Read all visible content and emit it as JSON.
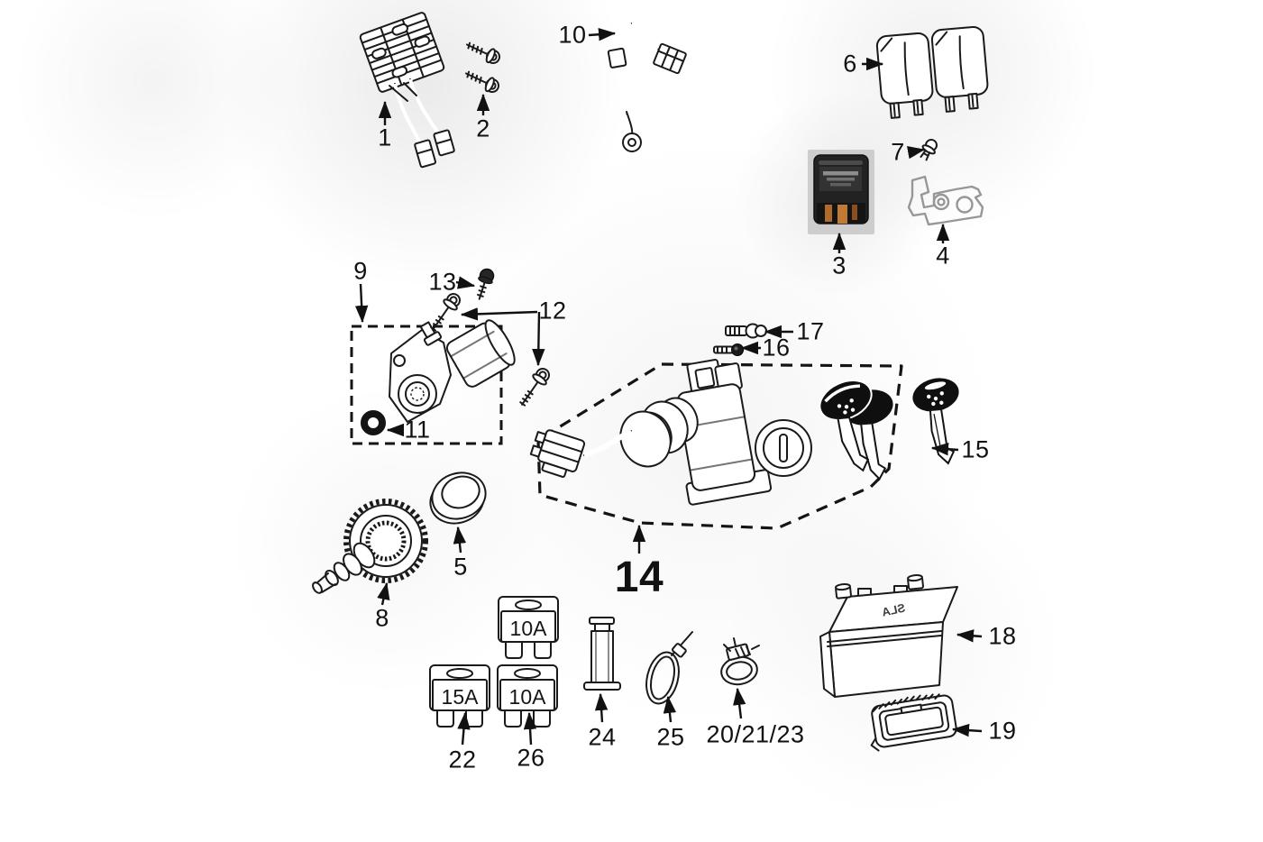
{
  "diagram": {
    "labels": {
      "p1": "1",
      "p2": "2",
      "p3": "3",
      "p4": "4",
      "p5": "5",
      "p6": "6",
      "p7": "7",
      "p8": "8",
      "p9": "9",
      "p10": "10",
      "p11": "11",
      "p12": "12",
      "p13": "13",
      "p14": "14",
      "p15": "15",
      "p16": "16",
      "p17": "17",
      "p18": "18",
      "p19": "19",
      "p20": "20/21/23",
      "p22": "22",
      "p24": "24",
      "p25": "25",
      "p26": "26"
    },
    "fuses": {
      "top": "10A",
      "left": "15A",
      "right": "10A"
    },
    "battery_text": "SLA",
    "colors": {
      "line": "#1a1a1a",
      "bracket_gray": "#979797",
      "relay_photo_background": "#cdcdcd",
      "relay_body": "#222222",
      "relay_pin_copper": "#c07a33",
      "key_head": "#0f0f0f"
    }
  }
}
